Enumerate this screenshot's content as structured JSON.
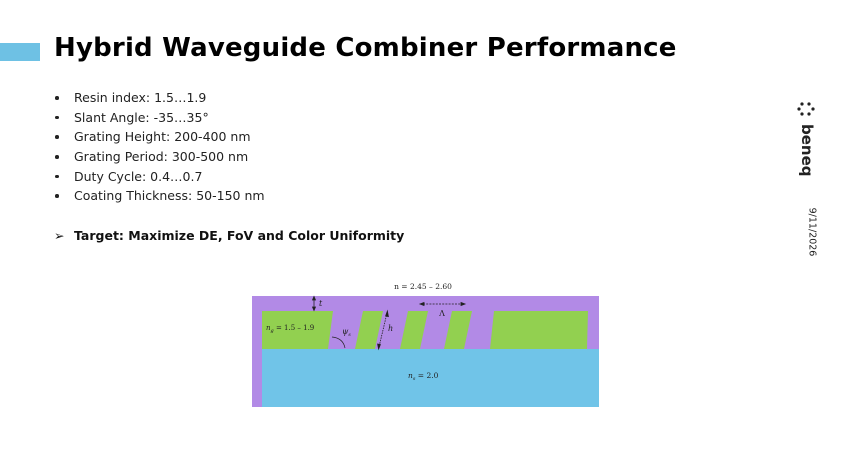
{
  "slide": {
    "title": "Hybrid Waveguide Combiner Performance",
    "bullets": [
      "Resin index: 1.5…1.9",
      "Slant Angle: -35…35°",
      "Grating Height: 200-400 nm",
      "Grating Period: 300-500 nm",
      "Duty Cycle: 0.4…0.7",
      "Coating Thickness: 50-150 nm"
    ],
    "target_arrow": "➢",
    "target": "Target: Maximize DE, FoV and Color Uniformity",
    "date": "9/11/2026"
  },
  "diagram": {
    "coating_index": "n = 2.45 – 2.60",
    "thickness_symbol": "t",
    "resin_index": "n",
    "resin_index_sub": "g",
    "resin_index_value": " = 1.5 – 1.9",
    "angle_symbol": "ψ",
    "angle_sub": "s",
    "height_symbol": "h",
    "period_symbol": "Λ",
    "substrate_index": "n",
    "substrate_index_sub": "s",
    "substrate_index_value": " = 2.0",
    "colors": {
      "coating": "#b28ae6",
      "grating": "#92d050",
      "substrate": "#70c4e8"
    }
  },
  "logo": {
    "name": "beneq-logo",
    "text": "beneq"
  },
  "colors": {
    "accent": "#6ec1e4"
  }
}
